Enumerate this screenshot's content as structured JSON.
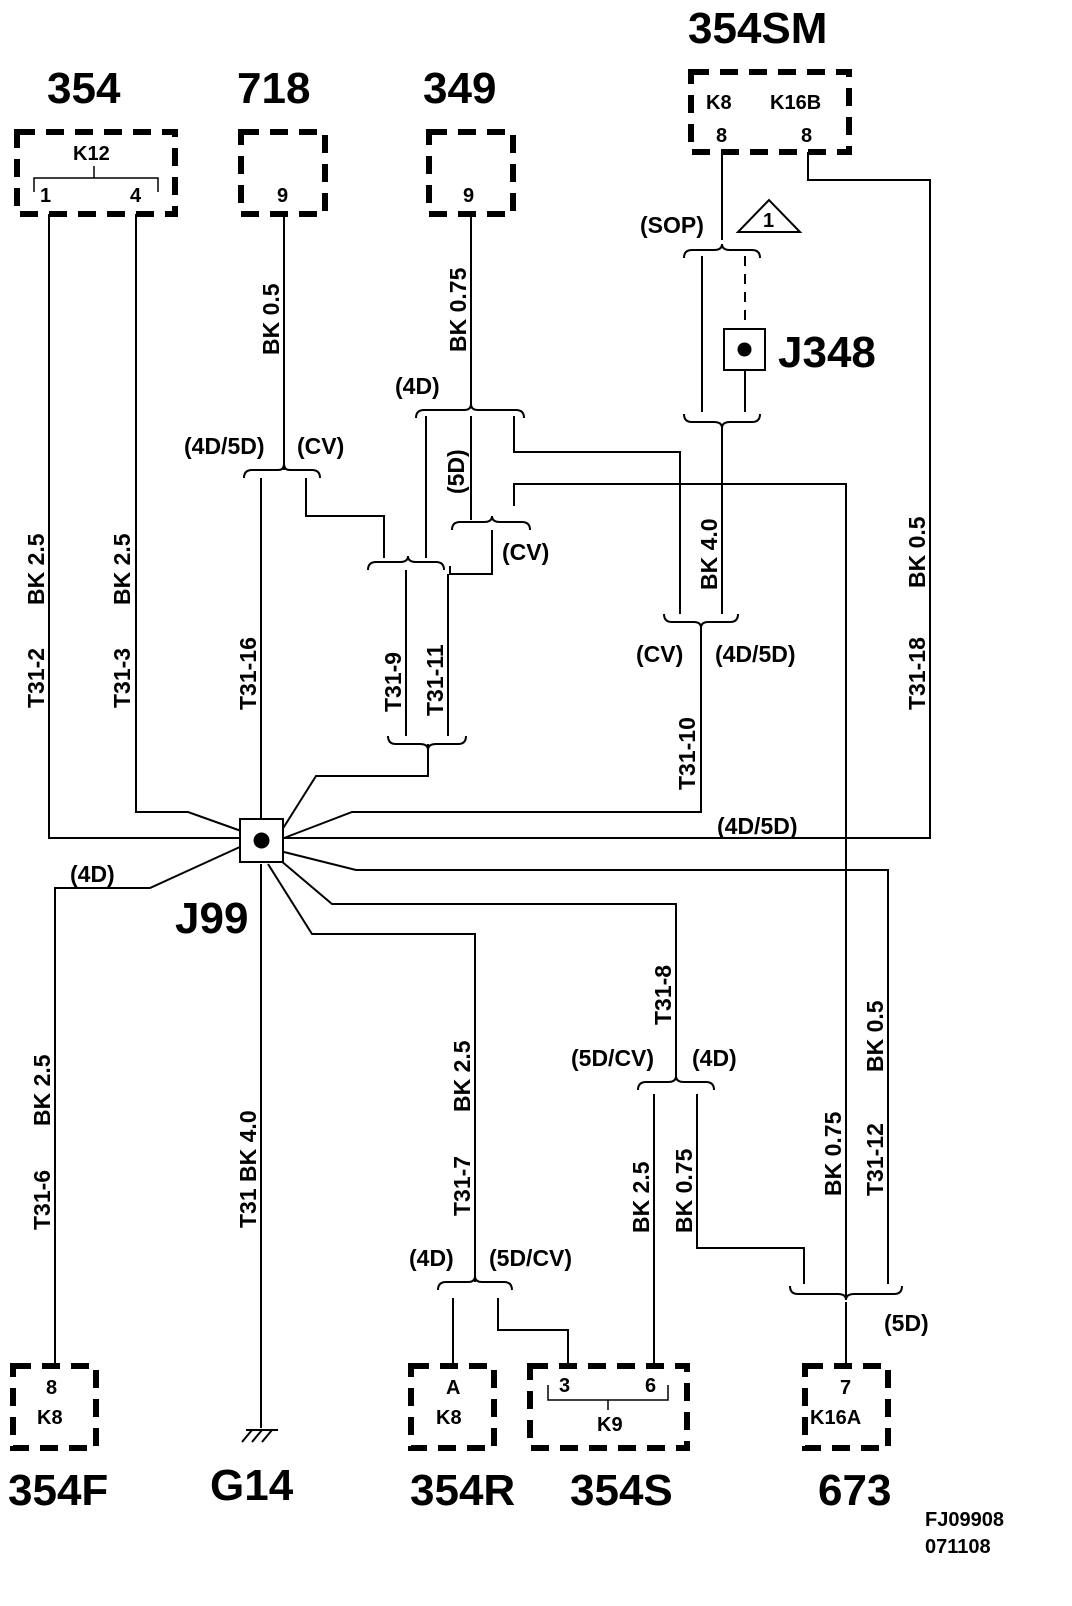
{
  "connectors": {
    "c354": {
      "name": "354",
      "box_label": "K12",
      "pin_a": "1",
      "pin_b": "4"
    },
    "c718": {
      "name": "718",
      "pin": "9"
    },
    "c349": {
      "name": "349",
      "pin": "9"
    },
    "c354SM": {
      "name": "354SM",
      "cav_a": "K8",
      "cav_b": "K16B",
      "pin_a": "8",
      "pin_b": "8"
    },
    "c354F": {
      "name": "354F",
      "pin": "8",
      "cav": "K8"
    },
    "c354R": {
      "name": "354R",
      "pin": "A",
      "cav": "K8"
    },
    "c354S": {
      "name": "354S",
      "pin_a": "3",
      "pin_b": "6",
      "cav": "K9"
    },
    "c673": {
      "name": "673",
      "pin": "7",
      "cav": "K16A"
    },
    "g14": {
      "name": "G14"
    }
  },
  "splices": {
    "j99": "J99",
    "j348": "J348"
  },
  "notes": {
    "triangle": "1"
  },
  "wires": {
    "w354_1": {
      "size": "BK  2.5",
      "circuit": "T31-2"
    },
    "w354_4": {
      "size": "BK  2.5",
      "circuit": "T31-3"
    },
    "w718": {
      "size": "BK  0.5",
      "circuit": "T31-16"
    },
    "w349": {
      "size": "BK  0.75"
    },
    "w_j348": {
      "size": "BK  4.0",
      "circuit": "T31-10"
    },
    "w354SM_b": {
      "size": "BK  0.5",
      "circuit": "T31-18"
    },
    "w_t31_9": {
      "circuit": "T31-9"
    },
    "w_t31_11": {
      "circuit": "T31-11"
    },
    "w354F": {
      "size": "BK  2.5",
      "circuit": "T31-6"
    },
    "wG14": {
      "label": "T31  BK  4.0"
    },
    "w354R": {
      "size": "BK  2.5",
      "circuit": "T31-7"
    },
    "wT31_8": {
      "circuit": "T31-8"
    },
    "w354S_6": {
      "size": "BK  2.5"
    },
    "w_0_75_low": {
      "size": "BK  0.75"
    },
    "w673_a": {
      "size": "BK  0.75"
    },
    "w673_b": {
      "size": "BK  0.5",
      "circuit": "T31-12"
    }
  },
  "variants": {
    "sop": "(SOP)",
    "v_4d": "(4D)",
    "v_5d": "(5D)",
    "v_4d5d_a": "(4D/5D)",
    "v_cv_a": "(CV)",
    "v_cv_b": "(CV)",
    "v_cv_c": "(CV)",
    "v_4d5d_b": "(4D/5D)",
    "v_4d5d_c": "(4D/5D)",
    "v_4d_left": "(4D)",
    "v_5dcv_a": "(5D/CV)",
    "v_4d_b": "(4D)",
    "v_4d_c": "(4D)",
    "v_5dcv_b": "(5D/CV)",
    "v_5d_b": "(5D)"
  },
  "footer": {
    "code": "FJ09908",
    "date": "071108"
  }
}
